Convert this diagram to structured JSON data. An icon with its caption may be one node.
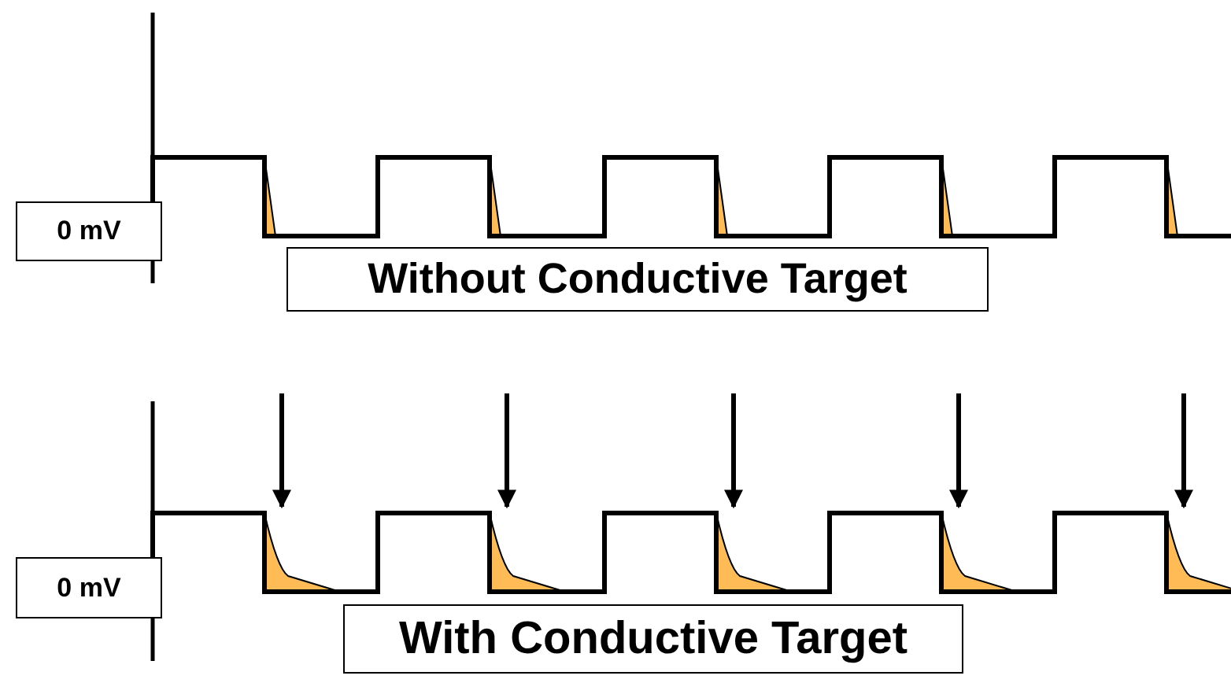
{
  "diagram": {
    "nodes": [
      {
        "text": [
          "0 mV"
        ]
      },
      {
        "text": [
          "Without Conductive Target"
        ]
      },
      {
        "text": [
          "0 mV"
        ]
      },
      {
        "text": [
          "With Conductive Target"
        ]
      }
    ]
  }
}
